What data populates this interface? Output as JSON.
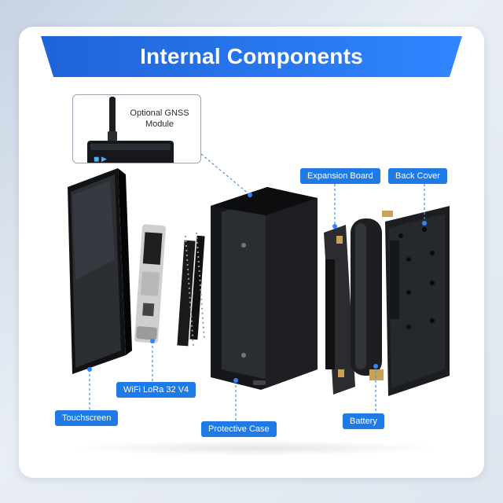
{
  "title": "Internal Components",
  "callout": {
    "line1": "Optional GNSS",
    "line2": "Module"
  },
  "labels": {
    "expansion_board": "Expansion Board",
    "back_cover": "Back Cover",
    "wifi_lora": "WiFi LoRa 32 V4",
    "touchscreen": "Touchscreen",
    "protective_case": "Protective Case",
    "battery": "Battery"
  },
  "colors": {
    "accent": "#2f86ff",
    "banner": "#1f63d8",
    "component": "#1b1d21"
  }
}
